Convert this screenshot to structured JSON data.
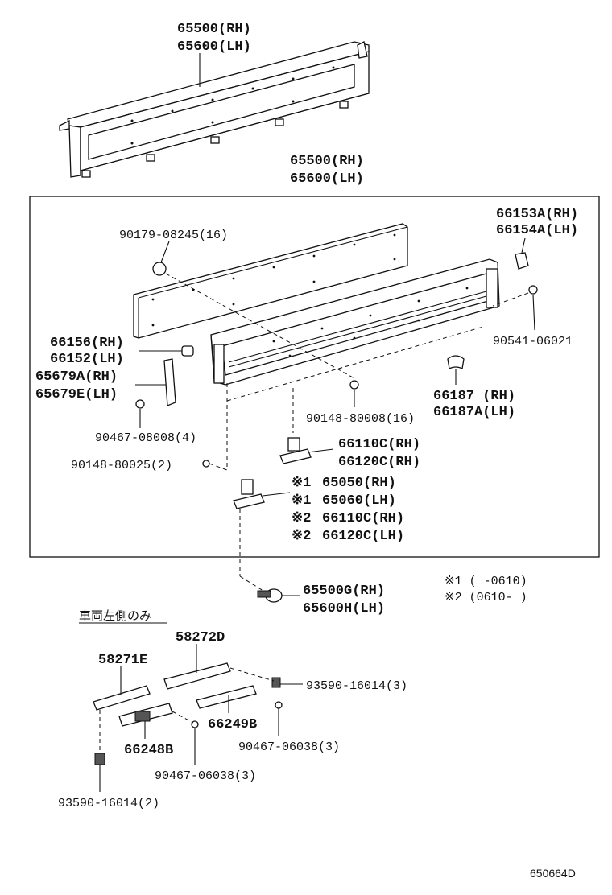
{
  "labels": {
    "top_rh": "65500(RH)",
    "top_lh": "65600(LH)",
    "mid_rh": "65500(RH)",
    "mid_lh": "65600(LH)",
    "bolt_90179": "90179-08245(16)",
    "clip_66153a": "66153A(RH)",
    "clip_66154a": "66154A(LH)",
    "screw_90541": "90541-06021",
    "hook_66156": "66156(RH)",
    "hook_66152": "66152(LH)",
    "bracket_65679a": "65679A(RH)",
    "bracket_65679e": "65679E(LH)",
    "clip_66187": "66187 (RH)",
    "clip_66187a": "66187A(LH)",
    "screw_90148_16": "90148-80008(16)",
    "clip_90467_4": "90467-08008(4)",
    "hinge_66110c": "66110C(RH)",
    "hinge_66120c": "66120C(RH)",
    "screw_90148_2": "90148-80025(2)",
    "hinge_65050": "65050(RH)",
    "hinge_65060": "65060(LH)",
    "hinge_66110c_2": "66110C(RH)",
    "hinge_66120c_2": "66120C(LH)",
    "mark_1": "※1",
    "mark_2": "※2",
    "pin_65500g": "65500G(RH)",
    "pin_65600h": "65600H(LH)",
    "note_1": "※1 (    -0610)",
    "note_2": "※2 (0610-    )",
    "left_side_only": "車両左側のみ",
    "rail_58272d": "58272D",
    "rail_58271e": "58271E",
    "bolt_93590_3": "93590-16014(3)",
    "plate_66249b": "66249B",
    "clip_90467_3a": "90467-06038(3)",
    "plate_66248b": "66248B",
    "clip_90467_3b": "90467-06038(3)",
    "bolt_93590_2": "93590-16014(2)",
    "diagram_code": "650664D"
  }
}
